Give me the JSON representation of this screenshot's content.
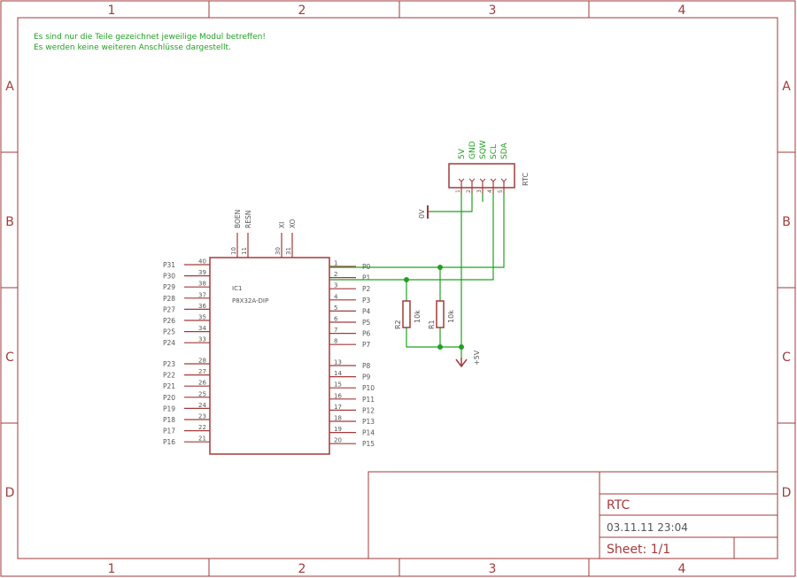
{
  "frame": {
    "columns": [
      "1",
      "2",
      "3",
      "4"
    ],
    "rows": [
      "A",
      "B",
      "C",
      "D"
    ]
  },
  "notes": [
    "Es sind nur die Teile gezeichnet jeweilige Modul betreffen!",
    "Es werden keine weiteren Anschlüsse dargestellt."
  ],
  "ic1": {
    "name": "IC1",
    "value": "P8X32A-DIP",
    "left_pins": [
      {
        "num": "40",
        "label": "P31"
      },
      {
        "num": "39",
        "label": "P30"
      },
      {
        "num": "38",
        "label": "P29"
      },
      {
        "num": "37",
        "label": "P28"
      },
      {
        "num": "36",
        "label": "P27"
      },
      {
        "num": "35",
        "label": "P26"
      },
      {
        "num": "34",
        "label": "P25"
      },
      {
        "num": "33",
        "label": "P24"
      },
      {
        "num": "28",
        "label": "P23"
      },
      {
        "num": "27",
        "label": "P22"
      },
      {
        "num": "26",
        "label": "P21"
      },
      {
        "num": "25",
        "label": "P20"
      },
      {
        "num": "24",
        "label": "P19"
      },
      {
        "num": "23",
        "label": "P18"
      },
      {
        "num": "22",
        "label": "P17"
      },
      {
        "num": "21",
        "label": "P16"
      }
    ],
    "right_pins": [
      {
        "num": "1",
        "label": "P0"
      },
      {
        "num": "2",
        "label": "P1"
      },
      {
        "num": "3",
        "label": "P2"
      },
      {
        "num": "4",
        "label": "P3"
      },
      {
        "num": "5",
        "label": "P4"
      },
      {
        "num": "6",
        "label": "P5"
      },
      {
        "num": "7",
        "label": "P6"
      },
      {
        "num": "8",
        "label": "P7"
      },
      {
        "num": "13",
        "label": "P8"
      },
      {
        "num": "14",
        "label": "P9"
      },
      {
        "num": "15",
        "label": "P10"
      },
      {
        "num": "16",
        "label": "P11"
      },
      {
        "num": "17",
        "label": "P12"
      },
      {
        "num": "18",
        "label": "P13"
      },
      {
        "num": "19",
        "label": "P14"
      },
      {
        "num": "20",
        "label": "P15"
      }
    ],
    "top_pins": [
      {
        "num": "10",
        "label": "BOEN"
      },
      {
        "num": "11",
        "label": "RESN"
      },
      {
        "num": "30",
        "label": "XI"
      },
      {
        "num": "31",
        "label": "XO"
      }
    ]
  },
  "rtc_connector": {
    "name": "RTC",
    "pins": [
      {
        "num": "1",
        "label": "5V"
      },
      {
        "num": "2",
        "label": "GND"
      },
      {
        "num": "3",
        "label": "SQW"
      },
      {
        "num": "4",
        "label": "SCL"
      },
      {
        "num": "5",
        "label": "SDA"
      }
    ]
  },
  "r1": {
    "name": "R1",
    "value": "10k"
  },
  "r2": {
    "name": "R2",
    "value": "10k"
  },
  "gnd_label": "0V",
  "supply_label": "+5V",
  "title_block": {
    "title": "RTC",
    "date": "03.11.11  23:04",
    "sheet": "Sheet: 1/1"
  },
  "colors": {
    "frame": "#a33a3a",
    "symbol": "#a33a3a",
    "pin_text": "#555555",
    "net": "#22a022",
    "note": "#22a022",
    "junction": "#22a022"
  }
}
